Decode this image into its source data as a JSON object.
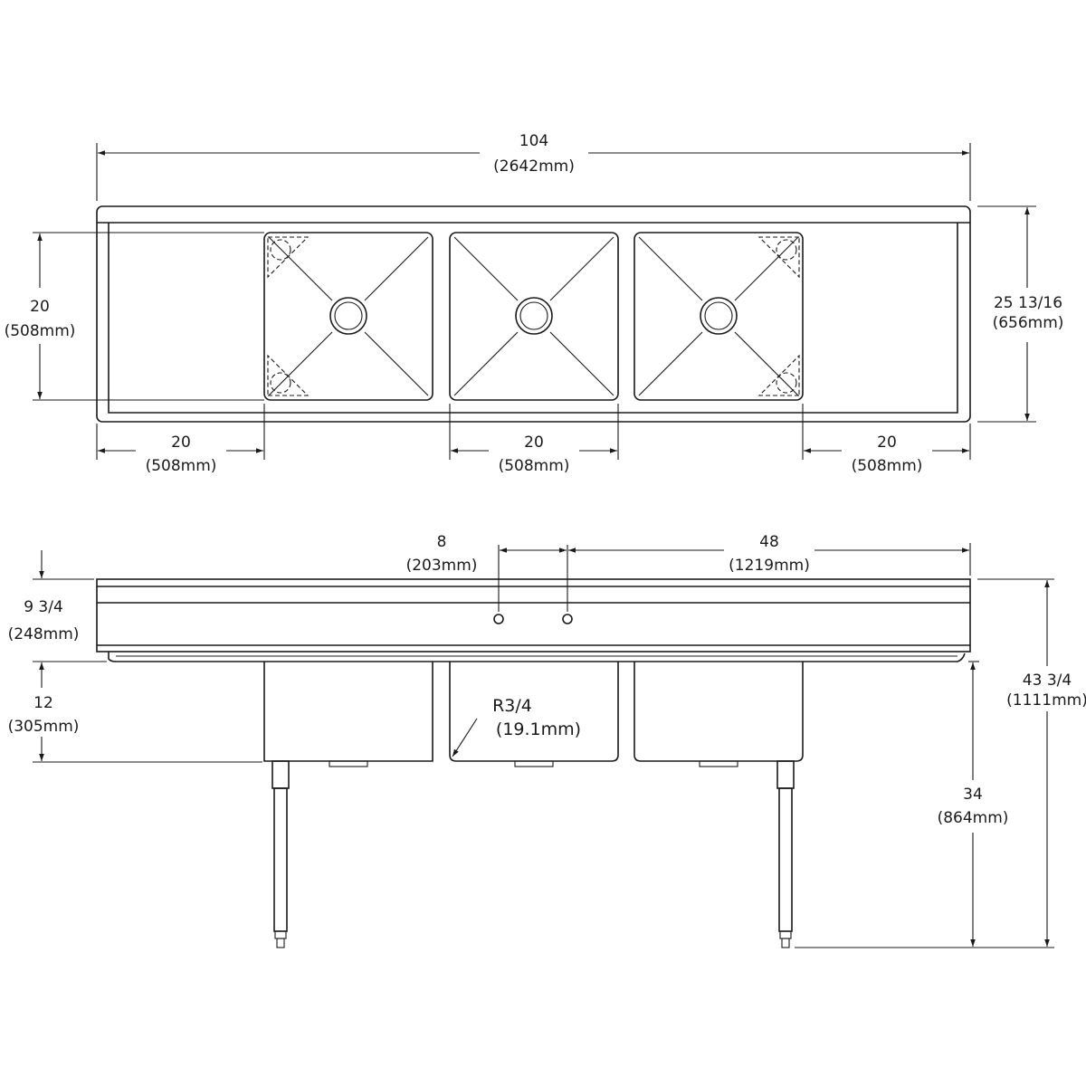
{
  "top_view": {
    "overall_width": {
      "value": "104",
      "metric": "(2642mm)"
    },
    "overall_depth": {
      "value": "25 13/16",
      "metric": "(656mm)"
    },
    "bowl_depth": {
      "value": "20",
      "metric": "(508mm)"
    },
    "left_drainboard": {
      "value": "20",
      "metric": "(508mm)"
    },
    "bowl_width": {
      "value": "20",
      "metric": "(508mm)"
    },
    "right_drainboard": {
      "value": "20",
      "metric": "(508mm)"
    }
  },
  "front_view": {
    "faucet_spacing": {
      "value": "8",
      "metric": "(203mm)"
    },
    "faucet_to_end": {
      "value": "48",
      "metric": "(1219mm)"
    },
    "splash_height": {
      "value": "9 3/4",
      "metric": "(248mm)"
    },
    "bowl_height": {
      "value": "12",
      "metric": "(305mm)"
    },
    "corner_radius": {
      "value": "R3/4",
      "metric": "(19.1mm)"
    },
    "rim_height": {
      "value": "34",
      "metric": "(864mm)"
    },
    "overall_height": {
      "value": "43 3/4",
      "metric": "(1111mm)"
    }
  }
}
